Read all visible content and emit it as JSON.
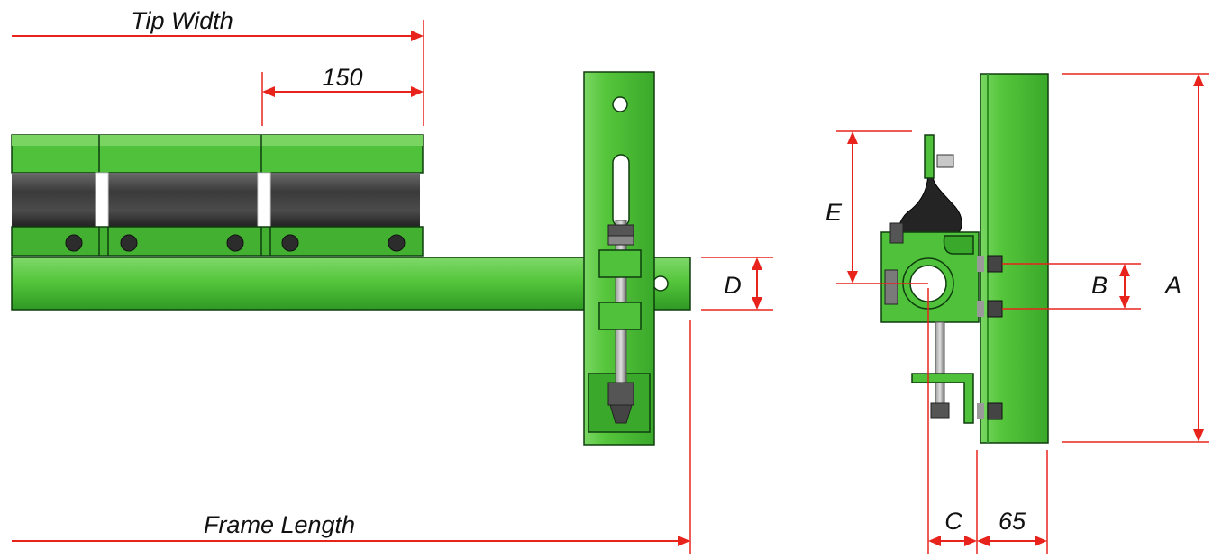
{
  "labels": {
    "tip_width": "Tip Width",
    "dim_150": "150",
    "frame_length": "Frame Length",
    "d": "D",
    "e": "E",
    "b": "B",
    "a": "A",
    "c": "C",
    "dim_65": "65"
  },
  "colors": {
    "frame_green": "#4fc13a",
    "frame_dark": "#2e8f22",
    "blade_dark": "#3a3a3a",
    "dimension_red": "#e8231c"
  }
}
